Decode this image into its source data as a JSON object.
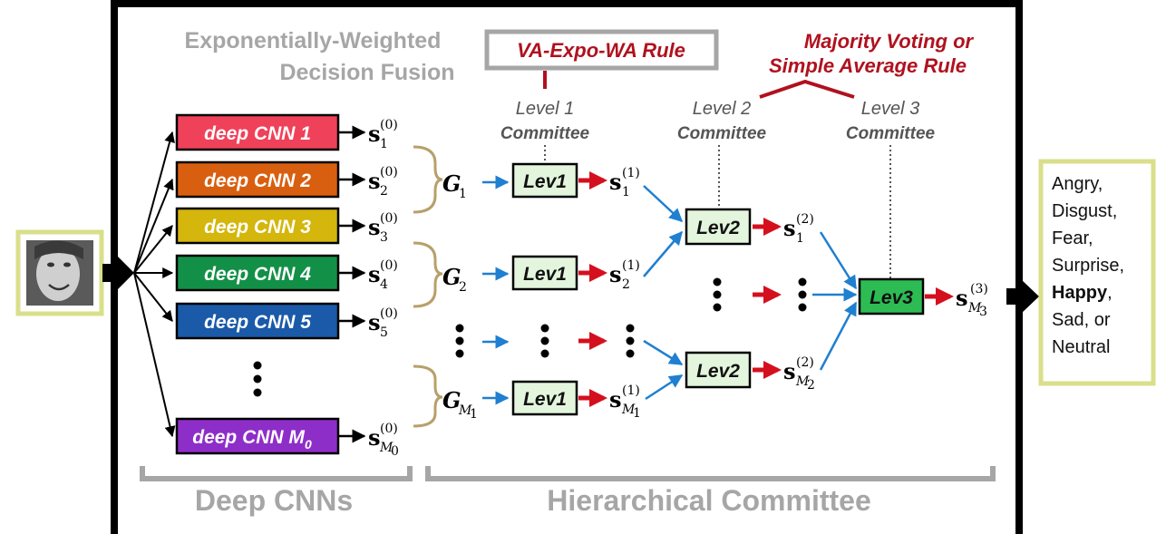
{
  "title_line1": "Exponentially-Weighted",
  "title_line2": "Decision Fusion",
  "va_rule": "VA-Expo-WA Rule",
  "majority_line1": "Majority Voting or",
  "majority_line2": "Simple Average Rule",
  "level1": {
    "line1": "Level 1",
    "line2": "Committee"
  },
  "level2": {
    "line1": "Level 2",
    "line2": "Committee"
  },
  "level3": {
    "line1": "Level 3",
    "line2": "Committee"
  },
  "cnns": [
    {
      "label": "deep CNN 1",
      "color": "#f0415a"
    },
    {
      "label": "deep CNN 2",
      "color": "#d95f10"
    },
    {
      "label": "deep CNN 3",
      "color": "#d4b60c"
    },
    {
      "label": "deep CNN 4",
      "color": "#139047"
    },
    {
      "label": "deep CNN 5",
      "color": "#1a5aa8"
    },
    {
      "label": "deep CNN M",
      "sub": "0",
      "color": "#8e2ec8"
    }
  ],
  "lev1_label": "Lev1",
  "lev2_label": "Lev2",
  "lev3_label": "Lev3",
  "bottom_left": "Deep CNNs",
  "bottom_right": "Hierarchical Committee",
  "outputs": [
    "Angry,",
    "Disgust,",
    "Fear,",
    "Surprise,",
    "Happy",
    ",",
    "Sad, or",
    "Neutral"
  ],
  "colors": {
    "frame": "#000000",
    "lev_fill": "#e3f6dd",
    "lev3_fill": "#2dbc54",
    "red_arrow": "#d4101e",
    "blue_arrow": "#1f7fd0",
    "olive_box": "#d9df8a",
    "gray_label": "#a6a6a6"
  }
}
